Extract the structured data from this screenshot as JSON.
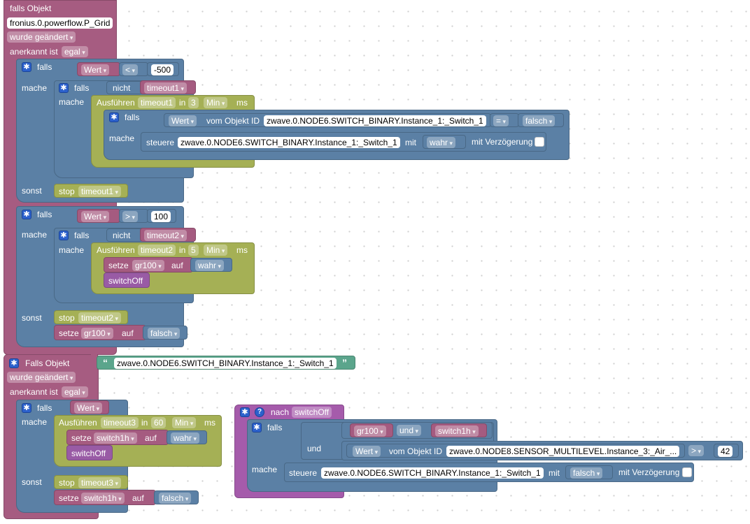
{
  "event1": {
    "title": "falls Objekt",
    "object_id": "fronius.0.powerflow.P_Grid",
    "trigger": "wurde geändert",
    "ack_label": "anerkannt ist",
    "ack_value": "egal"
  },
  "if1": {
    "falls": "falls",
    "wert": "Wert",
    "op": "<",
    "num": "-500",
    "mache": "mache",
    "inner_if": {
      "falls": "falls",
      "nicht": "nicht",
      "var": "timeout1",
      "mache": "mache",
      "timeout": {
        "label": "Ausführen",
        "name": "timeout1",
        "in": "in",
        "value": "3",
        "unit": "Min",
        "ms": "ms",
        "if": {
          "falls": "falls",
          "wert": "Wert",
          "vom": "vom Objekt ID",
          "object": "zwave.0.NODE6.SWITCH_BINARY.Instance_1:_Switch_1",
          "op": "=",
          "value": "falsch",
          "mache": "mache",
          "steuere": {
            "label": "steuere",
            "object": "zwave.0.NODE6.SWITCH_BINARY.Instance_1:_Switch_1",
            "mit": "mit",
            "value": "wahr",
            "delay": "mit Verzögerung"
          }
        }
      }
    },
    "sonst": "sonst",
    "stop": "stop",
    "stop_name": "timeout1"
  },
  "if2": {
    "falls": "falls",
    "wert": "Wert",
    "op": ">",
    "num": "100",
    "mache": "mache",
    "inner_if": {
      "falls": "falls",
      "nicht": "nicht",
      "var": "timeout2",
      "mache": "mache",
      "timeout": {
        "label": "Ausführen",
        "name": "timeout2",
        "in": "in",
        "value": "5",
        "unit": "Min",
        "ms": "ms",
        "setze": "setze",
        "var": "gr100",
        "auf": "auf",
        "value2": "wahr",
        "call": "switchOff"
      }
    },
    "sonst": "sonst",
    "stop": "stop",
    "stop_name": "timeout2",
    "setze": "setze",
    "var": "gr100",
    "auf": "auf",
    "value": "falsch"
  },
  "event2": {
    "title": "Falls Objekt",
    "object_id": "zwave.0.NODE6.SWITCH_BINARY.Instance_1:_Switch_1",
    "trigger": "wurde geändert",
    "ack_label": "anerkannt ist",
    "ack_value": "egal",
    "if": {
      "falls": "falls",
      "wert": "Wert",
      "mache": "mache",
      "timeout": {
        "label": "Ausführen",
        "name": "timeout3",
        "in": "in",
        "value": "60",
        "unit": "Min",
        "ms": "ms",
        "setze": "setze",
        "var": "switch1h",
        "auf": "auf",
        "value2": "wahr",
        "call": "switchOff"
      },
      "sonst": "sonst",
      "stop": "stop",
      "stop_name": "timeout3",
      "setze": "setze",
      "var": "switch1h",
      "auf": "auf",
      "value": "falsch"
    }
  },
  "func": {
    "nach": "nach",
    "name": "switchOff",
    "if": {
      "falls": "falls",
      "var1": "gr100",
      "und1": "und",
      "var2": "switch1h",
      "und2": "und",
      "wert": "Wert",
      "vom": "vom Objekt ID",
      "object": "zwave.0.NODE8.SENSOR_MULTILEVEL.Instance_3:_Air_...",
      "op": ">",
      "num": "42",
      "mache": "mache",
      "steuere": {
        "label": "steuere",
        "object": "zwave.0.NODE6.SWITCH_BINARY.Instance_1:_Switch_1",
        "mit": "mit",
        "value": "falsch",
        "delay": "mit Verzögerung"
      }
    }
  },
  "icons": {
    "gear": "gear-icon",
    "help": "question-icon",
    "checkbox": "checkbox-icon"
  },
  "colors": {
    "event": "#a65c81",
    "logic": "#5b80a5",
    "timeout": "#a5b055",
    "variable": "#a55b80",
    "function": "#995ba5",
    "text": "#5ba58c",
    "mutator": "#2c61cc"
  }
}
